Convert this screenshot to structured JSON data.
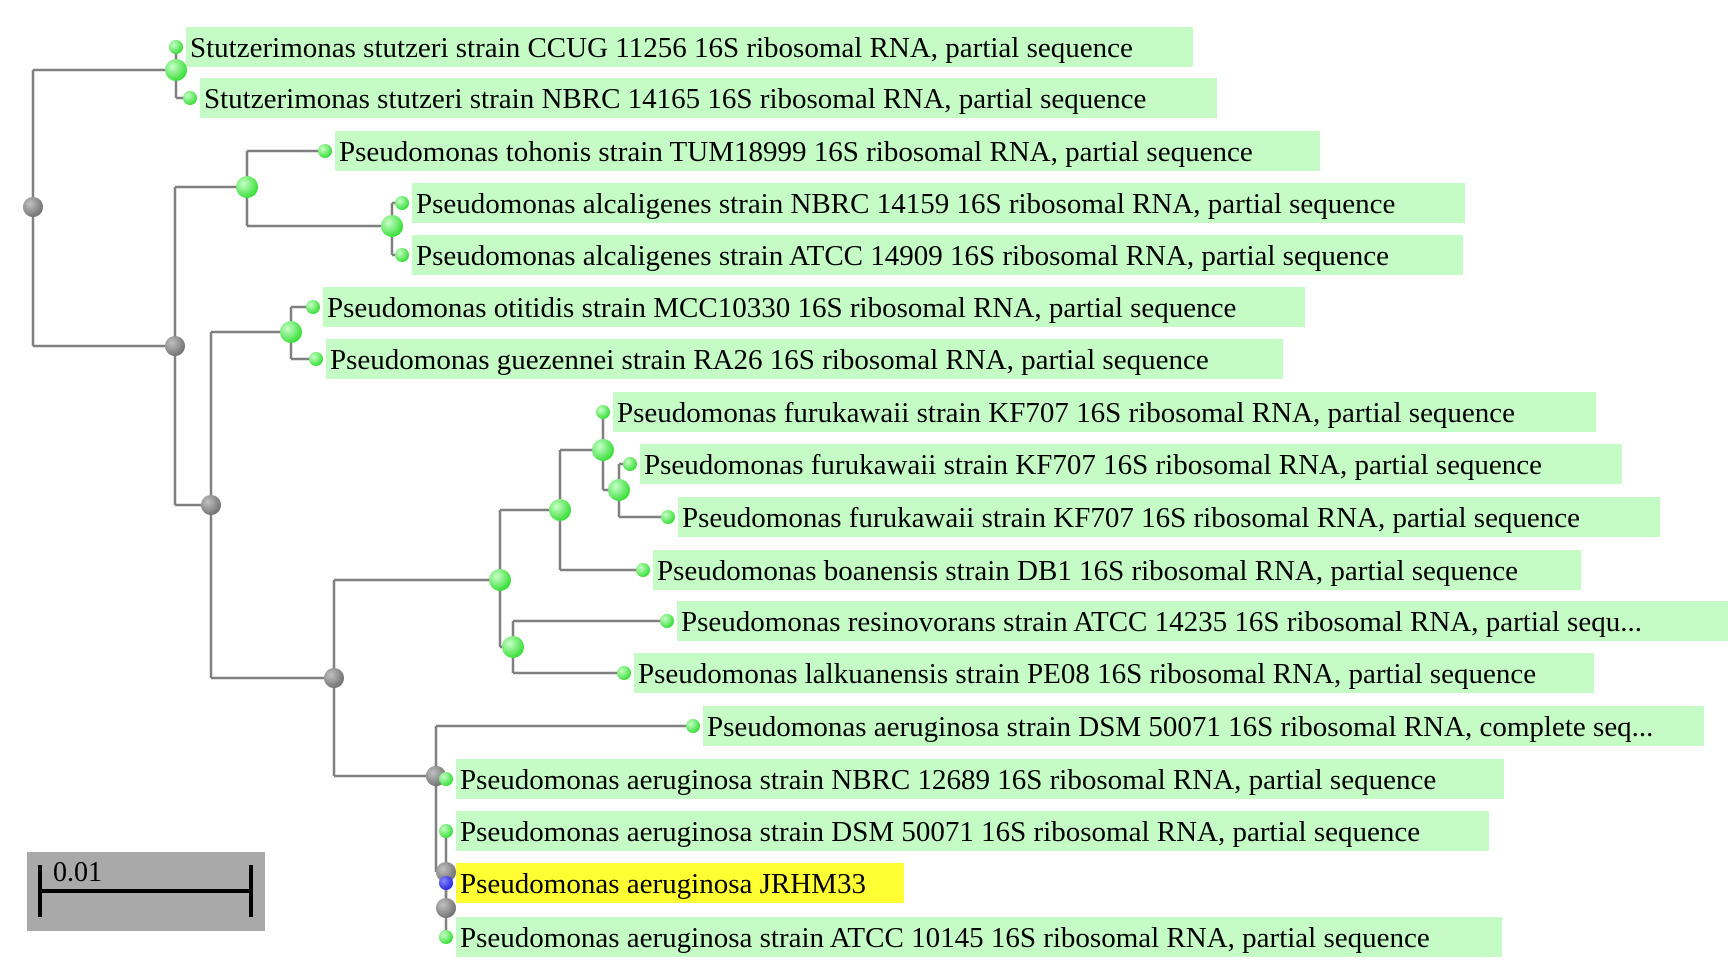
{
  "colors": {
    "branch": "#808080",
    "label_bg": "#c5fcc5",
    "query_bg": "#ffff33",
    "leaf_node": "#33dd33",
    "query_node": "#2222dd",
    "internal_node": "#707070",
    "scale_box": "#a9a9a9"
  },
  "scale_bar": {
    "label": "0.01"
  },
  "leaves": [
    {
      "label": "Stutzerimonas stutzeri strain CCUG 11256 16S ribosomal RNA, partial sequence",
      "highlight": false
    },
    {
      "label": "Stutzerimonas stutzeri strain NBRC 14165 16S ribosomal RNA, partial sequence",
      "highlight": false
    },
    {
      "label": "Pseudomonas tohonis strain TUM18999 16S ribosomal RNA, partial sequence",
      "highlight": false
    },
    {
      "label": "Pseudomonas alcaligenes strain NBRC 14159 16S ribosomal RNA, partial sequence",
      "highlight": false
    },
    {
      "label": "Pseudomonas alcaligenes strain ATCC 14909 16S ribosomal RNA, partial sequence",
      "highlight": false
    },
    {
      "label": "Pseudomonas otitidis strain MCC10330 16S ribosomal RNA, partial sequence",
      "highlight": false
    },
    {
      "label": "Pseudomonas guezennei strain RA26 16S ribosomal RNA, partial sequence",
      "highlight": false
    },
    {
      "label": "Pseudomonas furukawaii strain KF707 16S ribosomal RNA, partial sequence",
      "highlight": false
    },
    {
      "label": "Pseudomonas furukawaii strain KF707 16S ribosomal RNA, partial sequence",
      "highlight": false
    },
    {
      "label": "Pseudomonas furukawaii strain KF707 16S ribosomal RNA, partial sequence",
      "highlight": false
    },
    {
      "label": "Pseudomonas boanensis strain DB1 16S ribosomal RNA, partial sequence",
      "highlight": false
    },
    {
      "label": "Pseudomonas resinovorans strain ATCC 14235 16S ribosomal RNA, partial sequ...",
      "highlight": false
    },
    {
      "label": "Pseudomonas lalkuanensis strain PE08 16S ribosomal RNA, partial sequence",
      "highlight": false
    },
    {
      "label": "Pseudomonas aeruginosa strain DSM 50071 16S ribosomal RNA, complete seq...",
      "highlight": false
    },
    {
      "label": "Pseudomonas aeruginosa strain NBRC 12689 16S ribosomal RNA, partial sequence",
      "highlight": false
    },
    {
      "label": "Pseudomonas aeruginosa strain DSM 50071 16S ribosomal RNA, partial sequence",
      "highlight": false
    },
    {
      "label": "Pseudomonas aeruginosa JRHM33",
      "highlight": true
    },
    {
      "label": "Pseudomonas aeruginosa strain ATCC 10145 16S ribosomal RNA, partial sequence",
      "highlight": false
    }
  ]
}
